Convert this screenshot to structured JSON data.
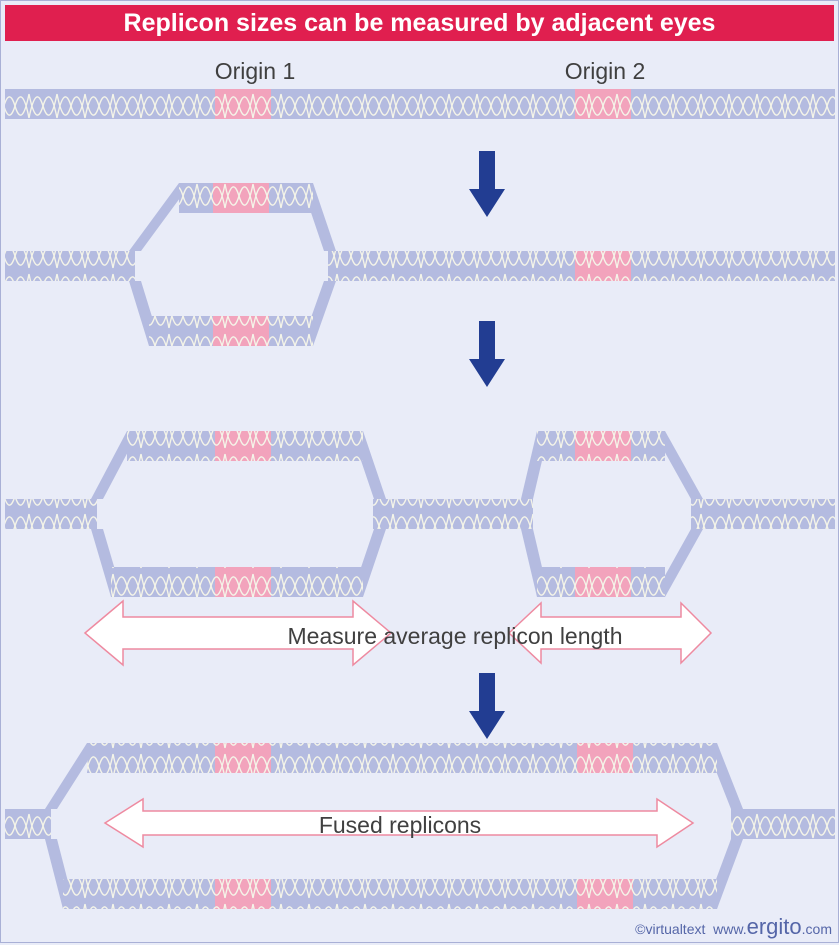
{
  "title": "Replicon sizes can be measured by adjacent eyes",
  "labels": {
    "origin1": "Origin 1",
    "origin2": "Origin 2",
    "measure": "Measure average replicon length",
    "fused": "Fused replicons"
  },
  "credit": {
    "copyright": "©virtualtext",
    "www": "www.",
    "brand": "ergito",
    "tld": ".com"
  },
  "colors": {
    "banner": "#e01f4f",
    "background": "#e9ecf8",
    "dna": "#b4bbe0",
    "origin": "#f2a3bc",
    "arrow": "#223d92",
    "helix": "#f4f4e8",
    "double_arrow_outline": "#ee8aa0"
  }
}
